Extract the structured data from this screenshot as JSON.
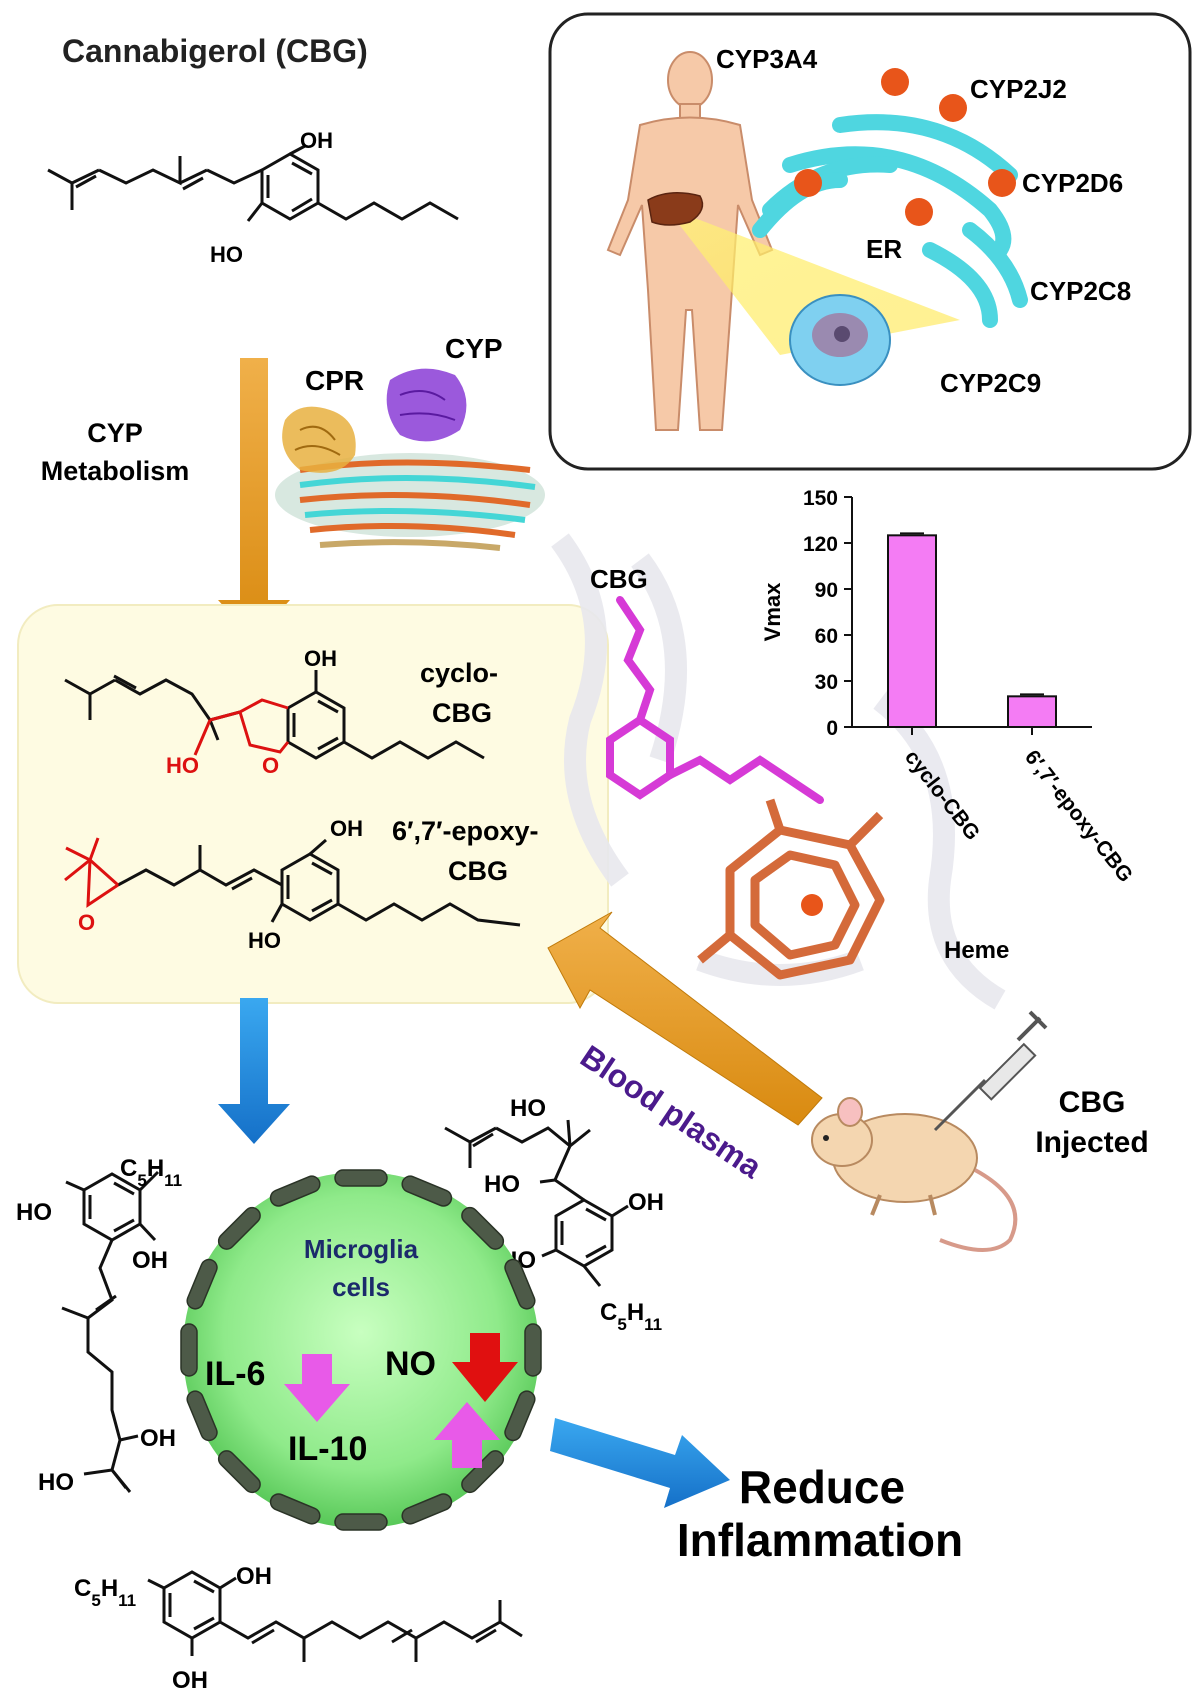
{
  "title": "Cannabigerol (CBG)",
  "enzymes_panel": {
    "labels": [
      "CYP3A4",
      "CYP2J2",
      "CYP2D6",
      "CYP2C8",
      "CYP2C9"
    ],
    "er_label": "ER"
  },
  "metabolism": {
    "step_label_line1": "CYP",
    "step_label_line2": "Metabolism",
    "cpr_label": "CPR",
    "cyp_label": "CYP"
  },
  "structure_labels": {
    "oh": "OH",
    "ho": "HO",
    "o": "O",
    "c5h11": "C5H11"
  },
  "metabolites": {
    "cyclo_line1": "cyclo-",
    "cyclo_line2": "CBG",
    "epoxy_line1": "6′,7′-epoxy-",
    "epoxy_line2": "CBG"
  },
  "docking": {
    "cbg_label": "CBG",
    "heme_label": "Heme"
  },
  "blood_plasma_label": "Blood plasma",
  "injection": {
    "line1": "CBG",
    "line2": "Injected"
  },
  "microglia": {
    "line1": "Microglia",
    "line2": "cells",
    "il6": "IL-6",
    "no": "NO",
    "il10": "IL-10"
  },
  "outcome": {
    "line1": "Reduce",
    "line2": "Inflammation"
  },
  "chart_data": {
    "type": "bar",
    "categories": [
      "cyclo-CBG",
      "6′,7′-epoxy-CBG"
    ],
    "values": [
      125,
      20
    ],
    "ylabel": "Vmax",
    "ylim": [
      0,
      150
    ],
    "yticks": [
      0,
      30,
      60,
      90,
      120,
      150
    ],
    "bar_color": "#f47cf4",
    "error_bars": true
  },
  "colors": {
    "orange_arrow": "#e39a1f",
    "blue_arrow": "#1f8fe0",
    "er_cyan": "#4fd6e0",
    "enzyme_dot": "#e8551a",
    "cell_green": "#8fea8a",
    "magenta_arrow": "#e85ae8",
    "red_arrow": "#e01010",
    "epoxide_red": "#dd1111",
    "microglia_navy": "#1b2a6b",
    "blood_purple": "#4b1a8c"
  }
}
